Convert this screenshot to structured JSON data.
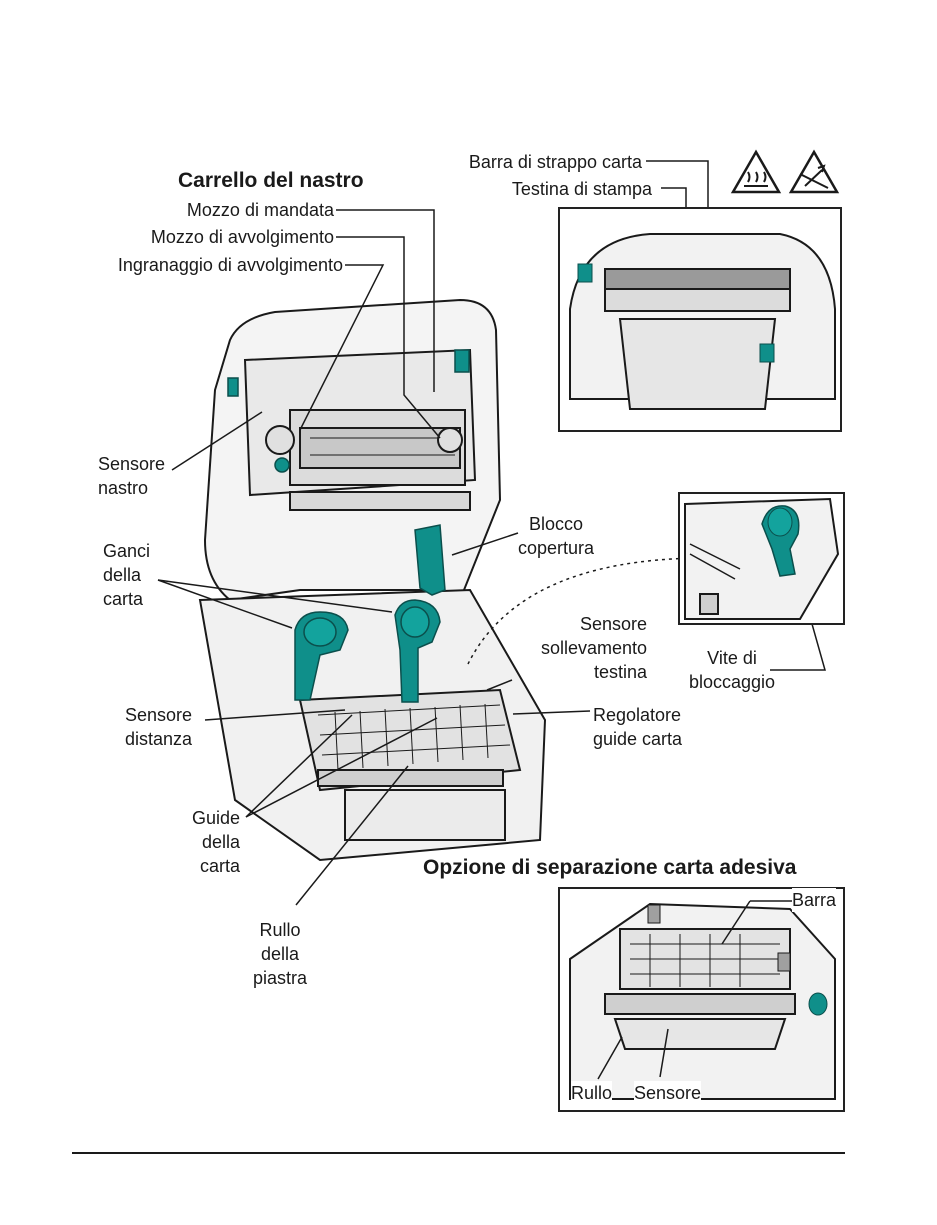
{
  "headings": {
    "ribbon_carriage": "Carrello del nastro",
    "peel_option": "Opzione di separazione carta adesiva"
  },
  "labels": {
    "mozzo_mandata": "Mozzo di mandata",
    "mozzo_avvolgimento": "Mozzo di avvolgimento",
    "ingranaggio": "Ingranaggio di avvolgimento",
    "barra_strappo": "Barra di strappo carta",
    "testina": "Testina di stampa",
    "sensore_nastro": "Sensore\nnastro",
    "ganci_carta": "Ganci\ndella\ncarta",
    "blocco_copertura": "Blocco\ncopertura",
    "sensore_sollevamento": "Sensore\nsollevamento\ntestina",
    "vite_bloccaggio": "Vite di\nbloccaggio",
    "sensore_distanza": "Sensore\ndistanza",
    "regolatore_guide": "Regolatore\nguide carta",
    "guide_carta": "Guide\ndella\ncarta",
    "rullo_piastra": "Rullo\ndella\npiastra",
    "barra": "Barra",
    "rullo": "Rullo",
    "sensore": "Sensore"
  },
  "colors": {
    "accent_teal": "#0f8f8a",
    "line": "#1a1a1a",
    "printer_body": "#f2f2f2"
  },
  "icons": [
    "hot-surface-warning-icon",
    "electrostatic-warning-icon"
  ]
}
